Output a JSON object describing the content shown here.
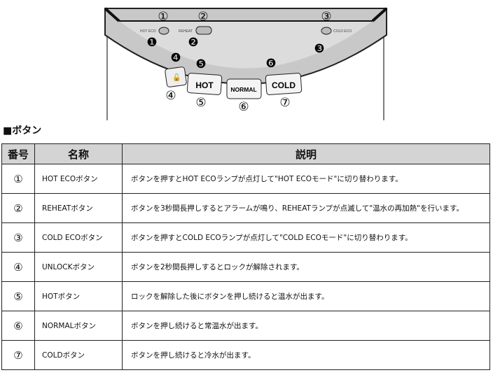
{
  "diagram": {
    "panel_labels": {
      "hot_eco": "HOT ECO",
      "reheat": "REHEAT",
      "cold_eco": "COLD ECO"
    },
    "buttons": {
      "hot": "HOT",
      "normal": "NORMAL",
      "cold": "COLD"
    },
    "outline_numbers": [
      "①",
      "②",
      "③",
      "④",
      "⑤",
      "⑥",
      "⑦"
    ],
    "filled_numbers": [
      "❶",
      "❷",
      "❸",
      "❹",
      "❺",
      "❻"
    ]
  },
  "section_title": "■ボタン",
  "table": {
    "headers": [
      "番号",
      "名称",
      "説明"
    ],
    "rows": [
      {
        "num": "①",
        "name": "HOT ECOボタン",
        "desc": "ボタンを押すとHOT ECOランプが点灯して\"HOT ECOモード\"に切り替わります。"
      },
      {
        "num": "②",
        "name": "REHEATボタン",
        "desc": "ボタンを3秒間長押しするとアラームが鳴り、REHEATランプが点滅して\"温水の再加熱\"を行います。"
      },
      {
        "num": "③",
        "name": "COLD ECOボタン",
        "desc": "ボタンを押すとCOLD ECOランプが点灯して\"COLD ECOモード\"に切り替わります。"
      },
      {
        "num": "④",
        "name": "UNLOCKボタン",
        "desc": "ボタンを2秒間長押しするとロックが解除されます。"
      },
      {
        "num": "⑤",
        "name": "HOTボタン",
        "desc": "ロックを解除した後にボタンを押し続けると温水が出ます。"
      },
      {
        "num": "⑥",
        "name": "NORMALボタン",
        "desc": "ボタンを押し続けると常温水が出ます。"
      },
      {
        "num": "⑦",
        "name": "COLDボタン",
        "desc": "ボタンを押し続けると冷水が出ます。"
      }
    ]
  }
}
